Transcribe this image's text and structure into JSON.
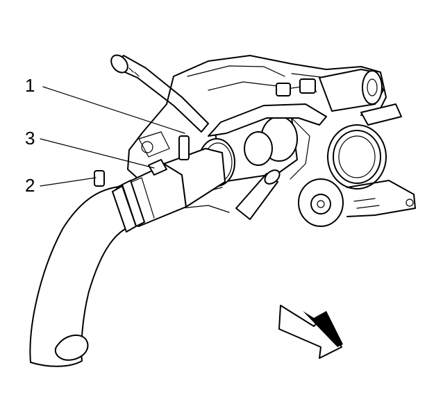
{
  "callouts": [
    {
      "label": "1"
    },
    {
      "label": "3"
    },
    {
      "label": "2"
    }
  ],
  "colors": {
    "line": "#000000",
    "background": "#ffffff"
  }
}
